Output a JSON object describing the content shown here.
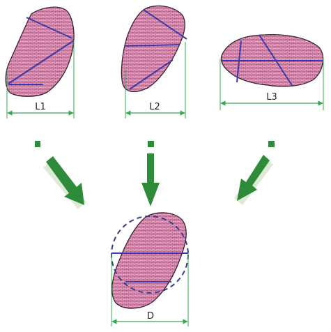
{
  "labels": {
    "l1": "L1",
    "l2": "L2",
    "l3": "L3",
    "d": "D"
  },
  "colors": {
    "particle_fill": "#e7a9c2",
    "particle_brick": "#a34f78",
    "outline": "#3a2030",
    "chord": "#3d3aa8",
    "dimension": "#34a853",
    "arrow": "#2e8b3a",
    "arrow_shadow": "#d9e8d0",
    "circle": "#3d3a8a"
  }
}
